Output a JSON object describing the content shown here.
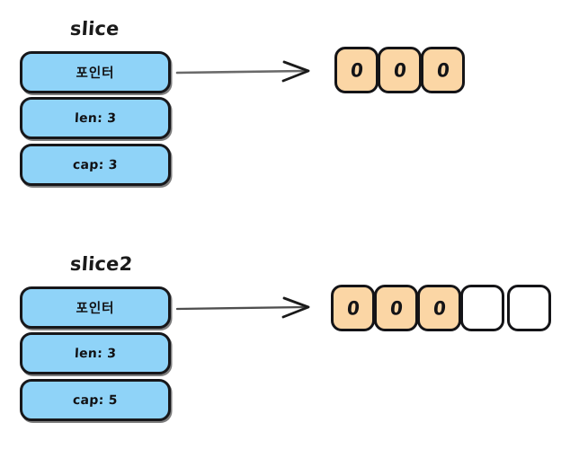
{
  "diagram": {
    "type": "go-slice-memory-layout",
    "background_color": "#ffffff",
    "palette": {
      "struct_fill": "#8fd3f8",
      "array_filled": "#fbd6a5",
      "array_empty": "#ffffff",
      "stroke": "#141417",
      "arrow": "#5a5a5a"
    }
  },
  "groups": [
    {
      "id": "slice",
      "title": "slice",
      "fields": [
        {
          "label": "포인터",
          "name": "pointer"
        },
        {
          "label": "len: 3",
          "name": "len"
        },
        {
          "label": "cap: 3",
          "name": "cap"
        }
      ],
      "array": {
        "cells": [
          {
            "value": "0",
            "filled": true
          },
          {
            "value": "0",
            "filled": true
          },
          {
            "value": "0",
            "filled": true
          }
        ]
      }
    },
    {
      "id": "slice2",
      "title": "slice2",
      "fields": [
        {
          "label": "포인터",
          "name": "pointer"
        },
        {
          "label": "len: 3",
          "name": "len"
        },
        {
          "label": "cap: 5",
          "name": "cap"
        }
      ],
      "array": {
        "cells": [
          {
            "value": "0",
            "filled": true
          },
          {
            "value": "0",
            "filled": true
          },
          {
            "value": "0",
            "filled": true
          },
          {
            "value": "",
            "filled": false
          },
          {
            "value": "",
            "filled": false
          }
        ]
      }
    }
  ]
}
